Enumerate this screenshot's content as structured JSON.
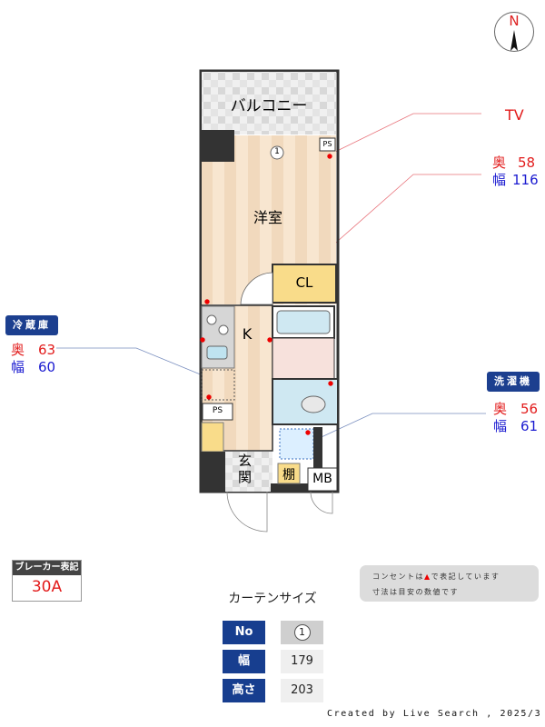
{
  "compass": {
    "label": "N"
  },
  "rooms": {
    "balcony": "バルコニー",
    "western_room": "洋室",
    "closet": "CL",
    "kitchen": "K",
    "entrance": "玄関",
    "shelf": "棚",
    "meter_box": "MB",
    "pipe_space_1": "PS",
    "pipe_space_2": "PS",
    "curtain_marker": "1"
  },
  "callouts": {
    "tv": {
      "label": "TV"
    },
    "closet_dim": {
      "depth_label": "奥",
      "depth": "58",
      "width_label": "幅",
      "width": "116"
    },
    "fridge": {
      "title": "冷蔵庫",
      "depth_label": "奥",
      "depth": "63",
      "width_label": "幅",
      "width": "60"
    },
    "washer": {
      "title": "洗濯機",
      "depth_label": "奥",
      "depth": "56",
      "width_label": "幅",
      "width": "61"
    }
  },
  "breaker": {
    "title": "ブレーカー表記",
    "value": "30A"
  },
  "note": {
    "line1_pre": "コンセントは",
    "line1_post": "で表記しています",
    "line2": "寸法は目安の数値です"
  },
  "curtain": {
    "title": "カーテンサイズ",
    "rows": [
      {
        "label": "No",
        "value": "1"
      },
      {
        "label": "幅",
        "value": "179"
      },
      {
        "label": "高さ",
        "value": "203"
      }
    ]
  },
  "credit": "Created by Live Search , 2025/3",
  "colors": {
    "accent_navy": "#1c3f8f",
    "red": "#e21b1b",
    "blue": "#1a1ad0",
    "floor": "#f6e3cc",
    "closet": "#f9dc8a",
    "bath": "#cfe8f2"
  }
}
